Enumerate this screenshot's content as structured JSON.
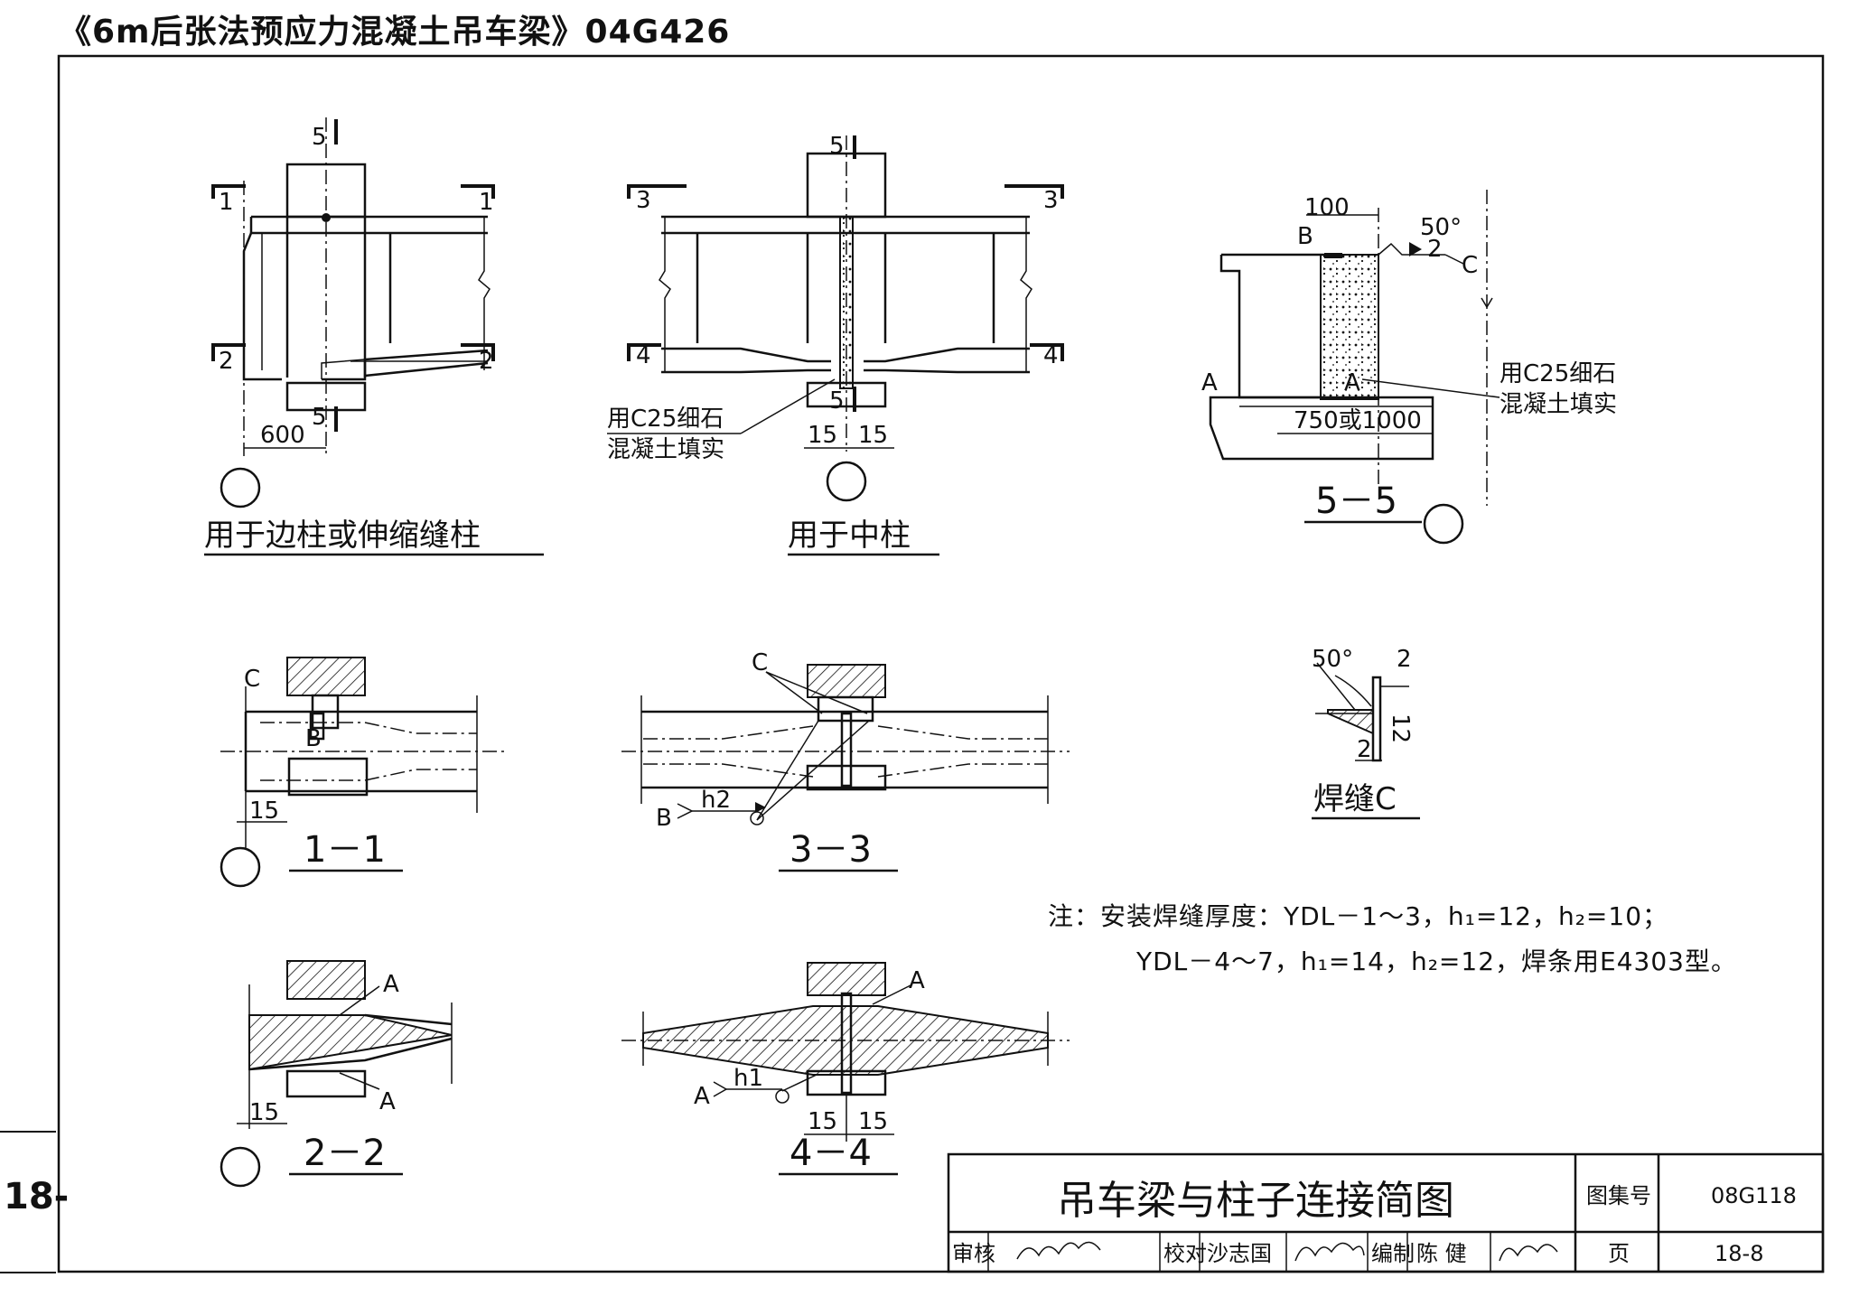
{
  "header": "《6m后张法预应力混凝土吊车梁》04G426",
  "page_side": "18-",
  "details": {
    "edge": {
      "caption": "用于边柱或伸缩缝柱",
      "cut1": "1",
      "cut2": "2",
      "cut5": "5",
      "dim": "600"
    },
    "middle": {
      "caption": "用于中柱",
      "cut3": "3",
      "cut4": "4",
      "cut5": "5",
      "dim_left": "15",
      "dim_right": "15",
      "fill_line1": "用C25细石",
      "fill_line2": "混凝土填实"
    },
    "s55": {
      "title": "5－5",
      "dim_top": "100",
      "angle": "50°",
      "weld_size": "2",
      "label_a": "A",
      "label_b": "B",
      "label_c": "C",
      "dim_bottom": "750或1000",
      "fill_line1": "用C25细石",
      "fill_line2": "混凝土填实"
    },
    "s11": {
      "title": "1－1",
      "label_c": "C",
      "label_b": "B",
      "dim": "15"
    },
    "s33": {
      "title": "3－3",
      "label_c": "C",
      "label_b": "B",
      "weld": "h2"
    },
    "s22": {
      "title": "2－2",
      "label_a": "A",
      "dim": "15"
    },
    "s44": {
      "title": "4－4",
      "label_a": "A",
      "weld": "h1",
      "dim_left": "15",
      "dim_right": "15"
    },
    "weldc": {
      "title": "焊缝C",
      "angle": "50°",
      "dim1": "2",
      "dim2": "12",
      "dim3": "2"
    }
  },
  "note": {
    "line1": "注：安装焊缝厚度：YDL－1～3，h₁=12，h₂=10；",
    "line2": "YDL－4～7，h₁=14，h₂=12，焊条用E4303型。"
  },
  "title_block": {
    "title": "吊车梁与柱子连接简图",
    "atlas_label": "图集号",
    "atlas_value": "08G118",
    "page_label": "页",
    "page_value": "18-8",
    "review_label": "审核",
    "check_label": "校对",
    "check_name": "沙志国",
    "design_label": "编制",
    "design_name": "陈 健"
  }
}
